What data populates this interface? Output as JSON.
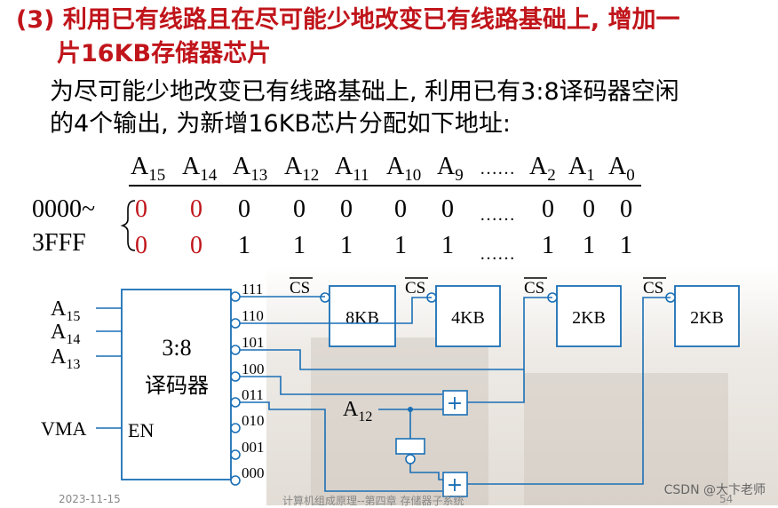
{
  "title": {
    "line1": "(3) 利用已有线路且在尽可能少地改变已有线路基础上, 增加一",
    "line2": "片16KB存储器芯片"
  },
  "body": {
    "line1": "为尽可能少地改变已有线路基础上, 利用已有3:8译码器空闲",
    "line2": "的4个输出, 为新增16KB芯片分配如下地址:"
  },
  "address_table": {
    "headers": [
      "15",
      "14",
      "13",
      "12",
      "11",
      "10",
      "9",
      "2",
      "1",
      "0"
    ],
    "header_prefix": "A",
    "ellipsis": "……",
    "range_start": "0000~",
    "range_end": "3FFF",
    "row1": [
      "0",
      "0",
      "0",
      "0",
      "0",
      "0",
      "0",
      "0",
      "0",
      "0"
    ],
    "row2": [
      "0",
      "0",
      "1",
      "1",
      "1",
      "1",
      "1",
      "1",
      "1",
      "1"
    ],
    "highlight_color": "#c0151b"
  },
  "circuit": {
    "inputs": [
      "15",
      "14",
      "13"
    ],
    "input_prefix": "A",
    "decoder_line1": "3:8",
    "decoder_line2": "译码器",
    "enable_label": "EN",
    "vma_label": "VMA",
    "outputs": [
      "111",
      "110",
      "101",
      "100",
      "011",
      "010",
      "001",
      "000"
    ],
    "cs_label": "CS",
    "chips": [
      "8KB",
      "4KB",
      "2KB",
      "2KB"
    ],
    "a12_sub": "12",
    "or_symbol": "+",
    "line_color": "#1a6fb5"
  },
  "footer": {
    "date": "2023-11-15",
    "course": "计算机组成原理--第四章 存储器子系统",
    "page": "54"
  },
  "watermark": "CSDN @大卞老师"
}
